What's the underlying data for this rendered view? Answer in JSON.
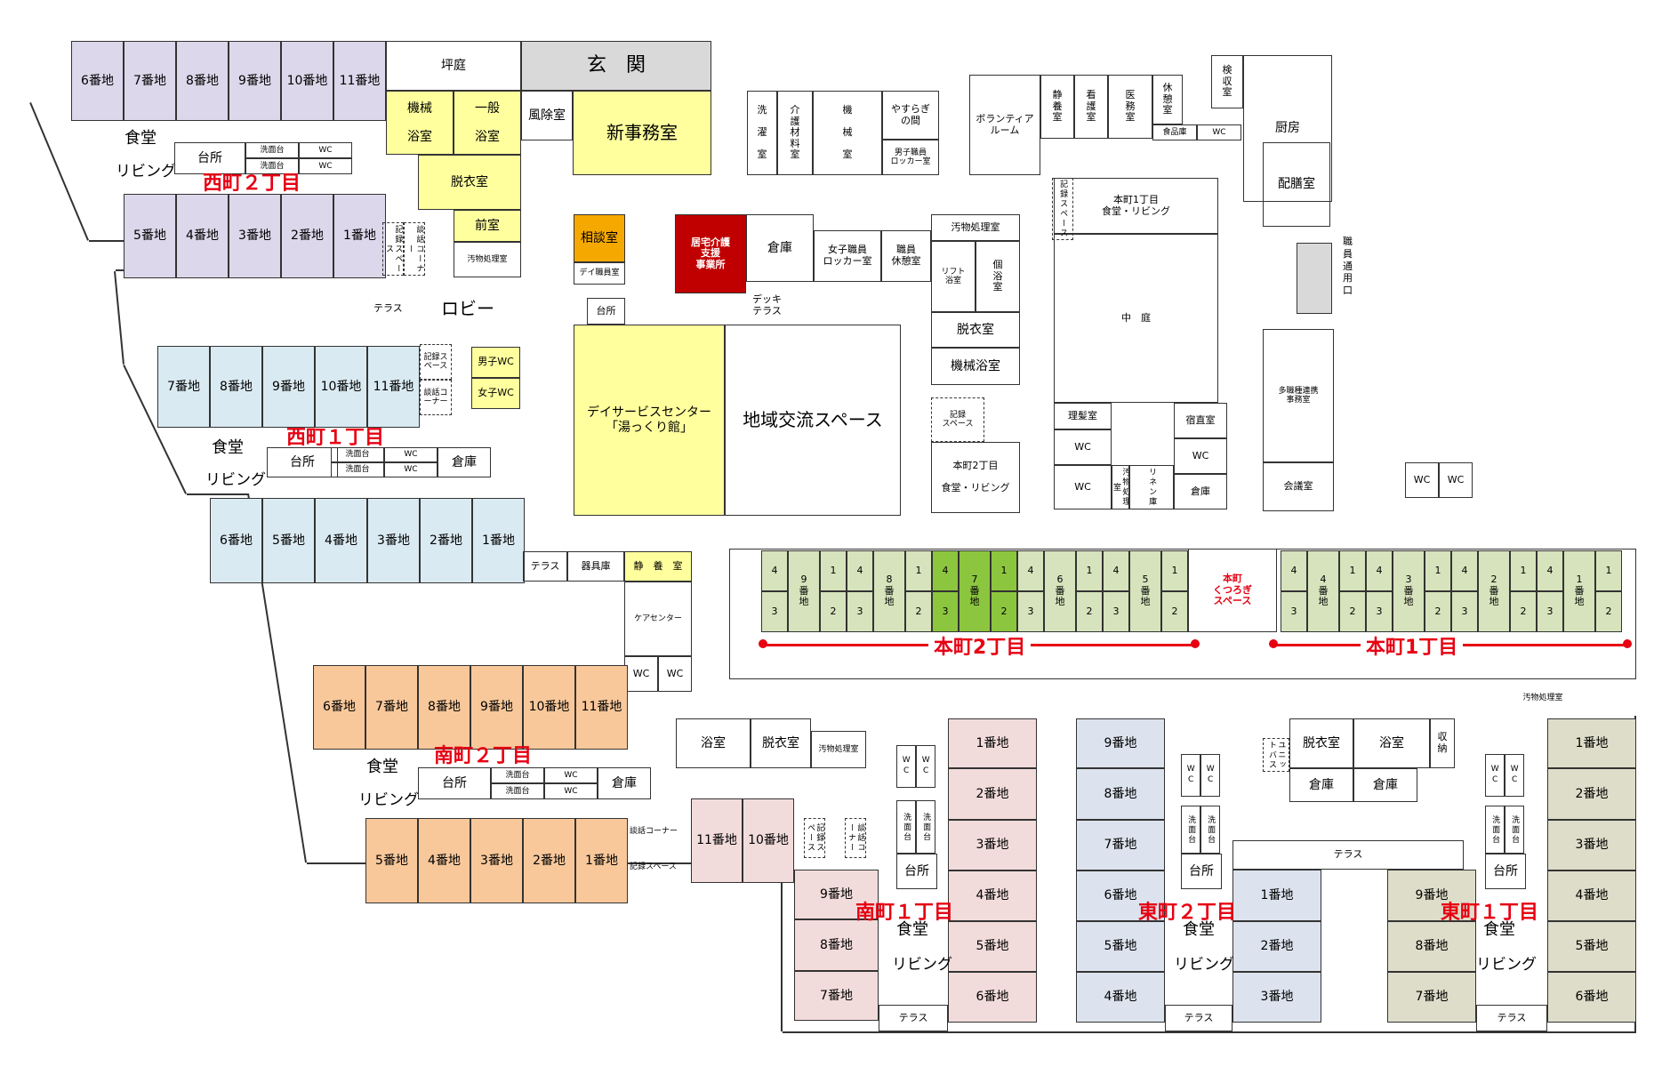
{
  "title": "",
  "zones": {
    "nishimachi2": "西町２丁目",
    "nishimachi1": "西町１丁目",
    "minamimachi2": "南町２丁目",
    "minamimachi1": "南町１丁目",
    "higashimachi2": "東町２丁目",
    "higashimachi1": "東町１丁目",
    "honmachi2": "本町2丁目",
    "honmachi1": "本町1丁目",
    "honmachi_kutsurogi": "本町\nくつろぎ\nスペース"
  },
  "rooms": {
    "genkan": "玄　関",
    "tsuboniwa": "坪庭",
    "kikai_yokushitsu": "機械\n\n浴室",
    "ippan_yokushitsu": "一般\n\n浴室",
    "datsuishitsu": "脱衣室",
    "zenshitsu": "前室",
    "obutsu": "汚物処理室",
    "kiroku_space": "記録スペース",
    "danwa_corner": "談話コーナー",
    "fujoshitsu": "風除室",
    "shin_jimushitsu": "新事務室",
    "sentaku": "洗\n\n濯\n\n室",
    "kaigo_zairyo": "介\n護\n材\n料\n室",
    "kikai_shitsu": "機\n\n械\n\n室",
    "yasuragi": "やすらぎ\nの間",
    "danshi_locker": "男子職員\nロッカー室",
    "volunteer": "ボランティア\nルーム",
    "seiyo": "静\n養\n室",
    "kango": "看\n護\n室",
    "imu": "医\n務\n室",
    "kyukei": "休\n憩\n室",
    "shokuhinko": "食品庫",
    "wc": "WC",
    "kenshu": "検\n収\n室",
    "chubo": "厨房",
    "haizen": "配膳室",
    "shokuin_tsuyoguchi": "職\n員\n通\n用\n口",
    "soudan": "相談室",
    "kyotaku": "居宅介護\n支援\n事業所",
    "souko": "倉庫",
    "joshi_locker": "女子職員\nロッカー室",
    "shokuin_kyukei": "職員\n休憩室",
    "lift_yoku": "リフト\n浴室",
    "ko_yoku": "個\n浴\n室",
    "kikai_yoku2": "機械浴室",
    "honmachi1_shokudo": "本町1丁目\n食堂・リビング",
    "nakaniwa": "中　庭",
    "day_shokuin": "デイ職員室",
    "daidokoro": "台所",
    "deck": "デッキ\nテラス",
    "terrace": "テラス",
    "lobby": "ロビー",
    "danshi_wc": "男子WC",
    "joshi_wc": "女子WC",
    "day_service": "デイサービスセンター\n「湯っくり館」",
    "chiiki": "地域交流スペース",
    "kiroku_space2": "記録\nスペース",
    "honmachi2_shokudo": "本町2丁目\n\n食堂・リビング",
    "rihatsu": "理髪室",
    "shukuchoku": "宿直室",
    "rinenko": "リネン庫",
    "tashokushu": "多職種連携\n事務室",
    "kaigi": "会議室",
    "shokudo": "食堂",
    "living": "リビング",
    "senmendai": "洗面台",
    "kiguko": "器具庫",
    "seiyo2": "静　養　室",
    "care_center": "ケアセンター",
    "yokushitsu": "浴室",
    "shuno": "収\n納",
    "unit_bath": "ユニットバス",
    "danwa_corner2": "談話コーナー",
    "kiroku_space3": "記録スペース"
  },
  "banchi": {
    "b1": "1番地",
    "b2": "2番地",
    "b3": "3番地",
    "b4": "4番地",
    "b5": "5番地",
    "b6": "6番地",
    "b7": "7番地",
    "b8": "8番地",
    "b9": "9番地",
    "b10": "10番地",
    "b11": "11番地"
  },
  "honmachi_banchi": {
    "b1": "1\n番\n地",
    "b2": "2\n番\n地",
    "b3": "3\n番\n地",
    "b4": "4\n番\n地",
    "b5": "5\n番\n地",
    "b6": "6\n番\n地",
    "b7": "7\n番\n地",
    "b8": "8\n番\n地",
    "b9": "9\n番\n地",
    "n1": "1",
    "n2": "2",
    "n3": "3",
    "n4": "4"
  },
  "colors": {
    "nishimachi2": "#dcd7ea",
    "nishimachi1": "#daeaf2",
    "minamimachi2": "#f8c89b",
    "minamimachi1": "#f2dcdb",
    "higashimachi2": "#dce3ee",
    "higashimachi1": "#deddc9",
    "honmachi": "#d6e3bc",
    "honmachi_highlight": "#8cc63f",
    "common": "#ffff9e",
    "kyotaku": "#c00000",
    "soudan": "#f5a800",
    "zone_label": "#e60012"
  }
}
